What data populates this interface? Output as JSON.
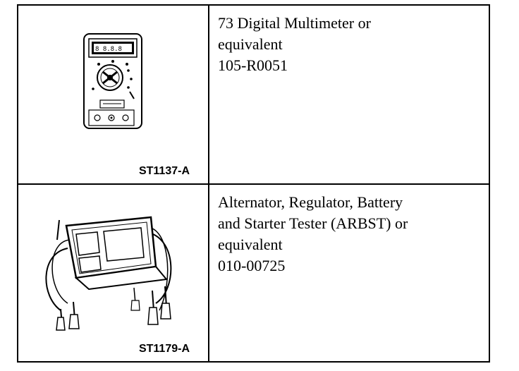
{
  "rows": [
    {
      "figure_code": "ST1137-A",
      "illustration": "multimeter-icon",
      "description_lines": [
        "73 Digital Multimeter or",
        "equivalent",
        "105-R0051"
      ]
    },
    {
      "figure_code": "ST1179-A",
      "illustration": "battery-tester-icon",
      "description_lines": [
        "Alternator, Regulator, Battery",
        "and Starter Tester (ARBST) or",
        "equivalent",
        "010-00725"
      ]
    }
  ]
}
